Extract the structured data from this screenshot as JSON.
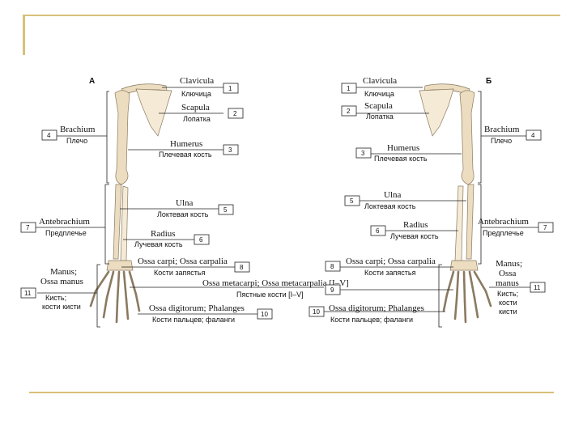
{
  "panel_a": "А",
  "panel_b": "Б",
  "labels": {
    "clavicula": {
      "lat": "Clavicula",
      "rus": "Ключица",
      "num": "1"
    },
    "scapula": {
      "lat": "Scapula",
      "rus": "Лопатка",
      "num": "2"
    },
    "humerus": {
      "lat": "Humerus",
      "rus": "Плечевая кость",
      "num": "3"
    },
    "brachium": {
      "lat": "Brachium",
      "rus": "Плечо",
      "num": "4"
    },
    "ulna": {
      "lat": "Ulna",
      "rus": "Локтевая кость",
      "num": "5"
    },
    "radius": {
      "lat": "Radius",
      "rus": "Лучевая кость",
      "num": "6"
    },
    "antebrachium": {
      "lat": "Antebrachium",
      "rus": "Предплечье",
      "num": "7"
    },
    "carpi": {
      "lat": "Ossa carpi; Ossa carpalia",
      "rus": "Кости запястья",
      "num": "8"
    },
    "metacarpi": {
      "lat": "Ossa metacarpi; Ossa metacarpalia [I–V]",
      "rus": "Пястные кости [I–V]",
      "num": "9"
    },
    "digitorum": {
      "lat": "Ossa digitorum; Phalanges",
      "rus": "Кости пальцев; фаланги",
      "num": "10"
    },
    "manus": {
      "lat1": "Manus;",
      "lat2": "Ossa manus",
      "rus1": "Кисть;",
      "rus2": "кости кисти",
      "num": "11"
    },
    "manus_b": {
      "lat1": "Manus;",
      "lat2": "Ossa",
      "lat3": "manus",
      "rus1": "Кисть;",
      "rus2": "кости",
      "rus3": "кисти"
    }
  }
}
